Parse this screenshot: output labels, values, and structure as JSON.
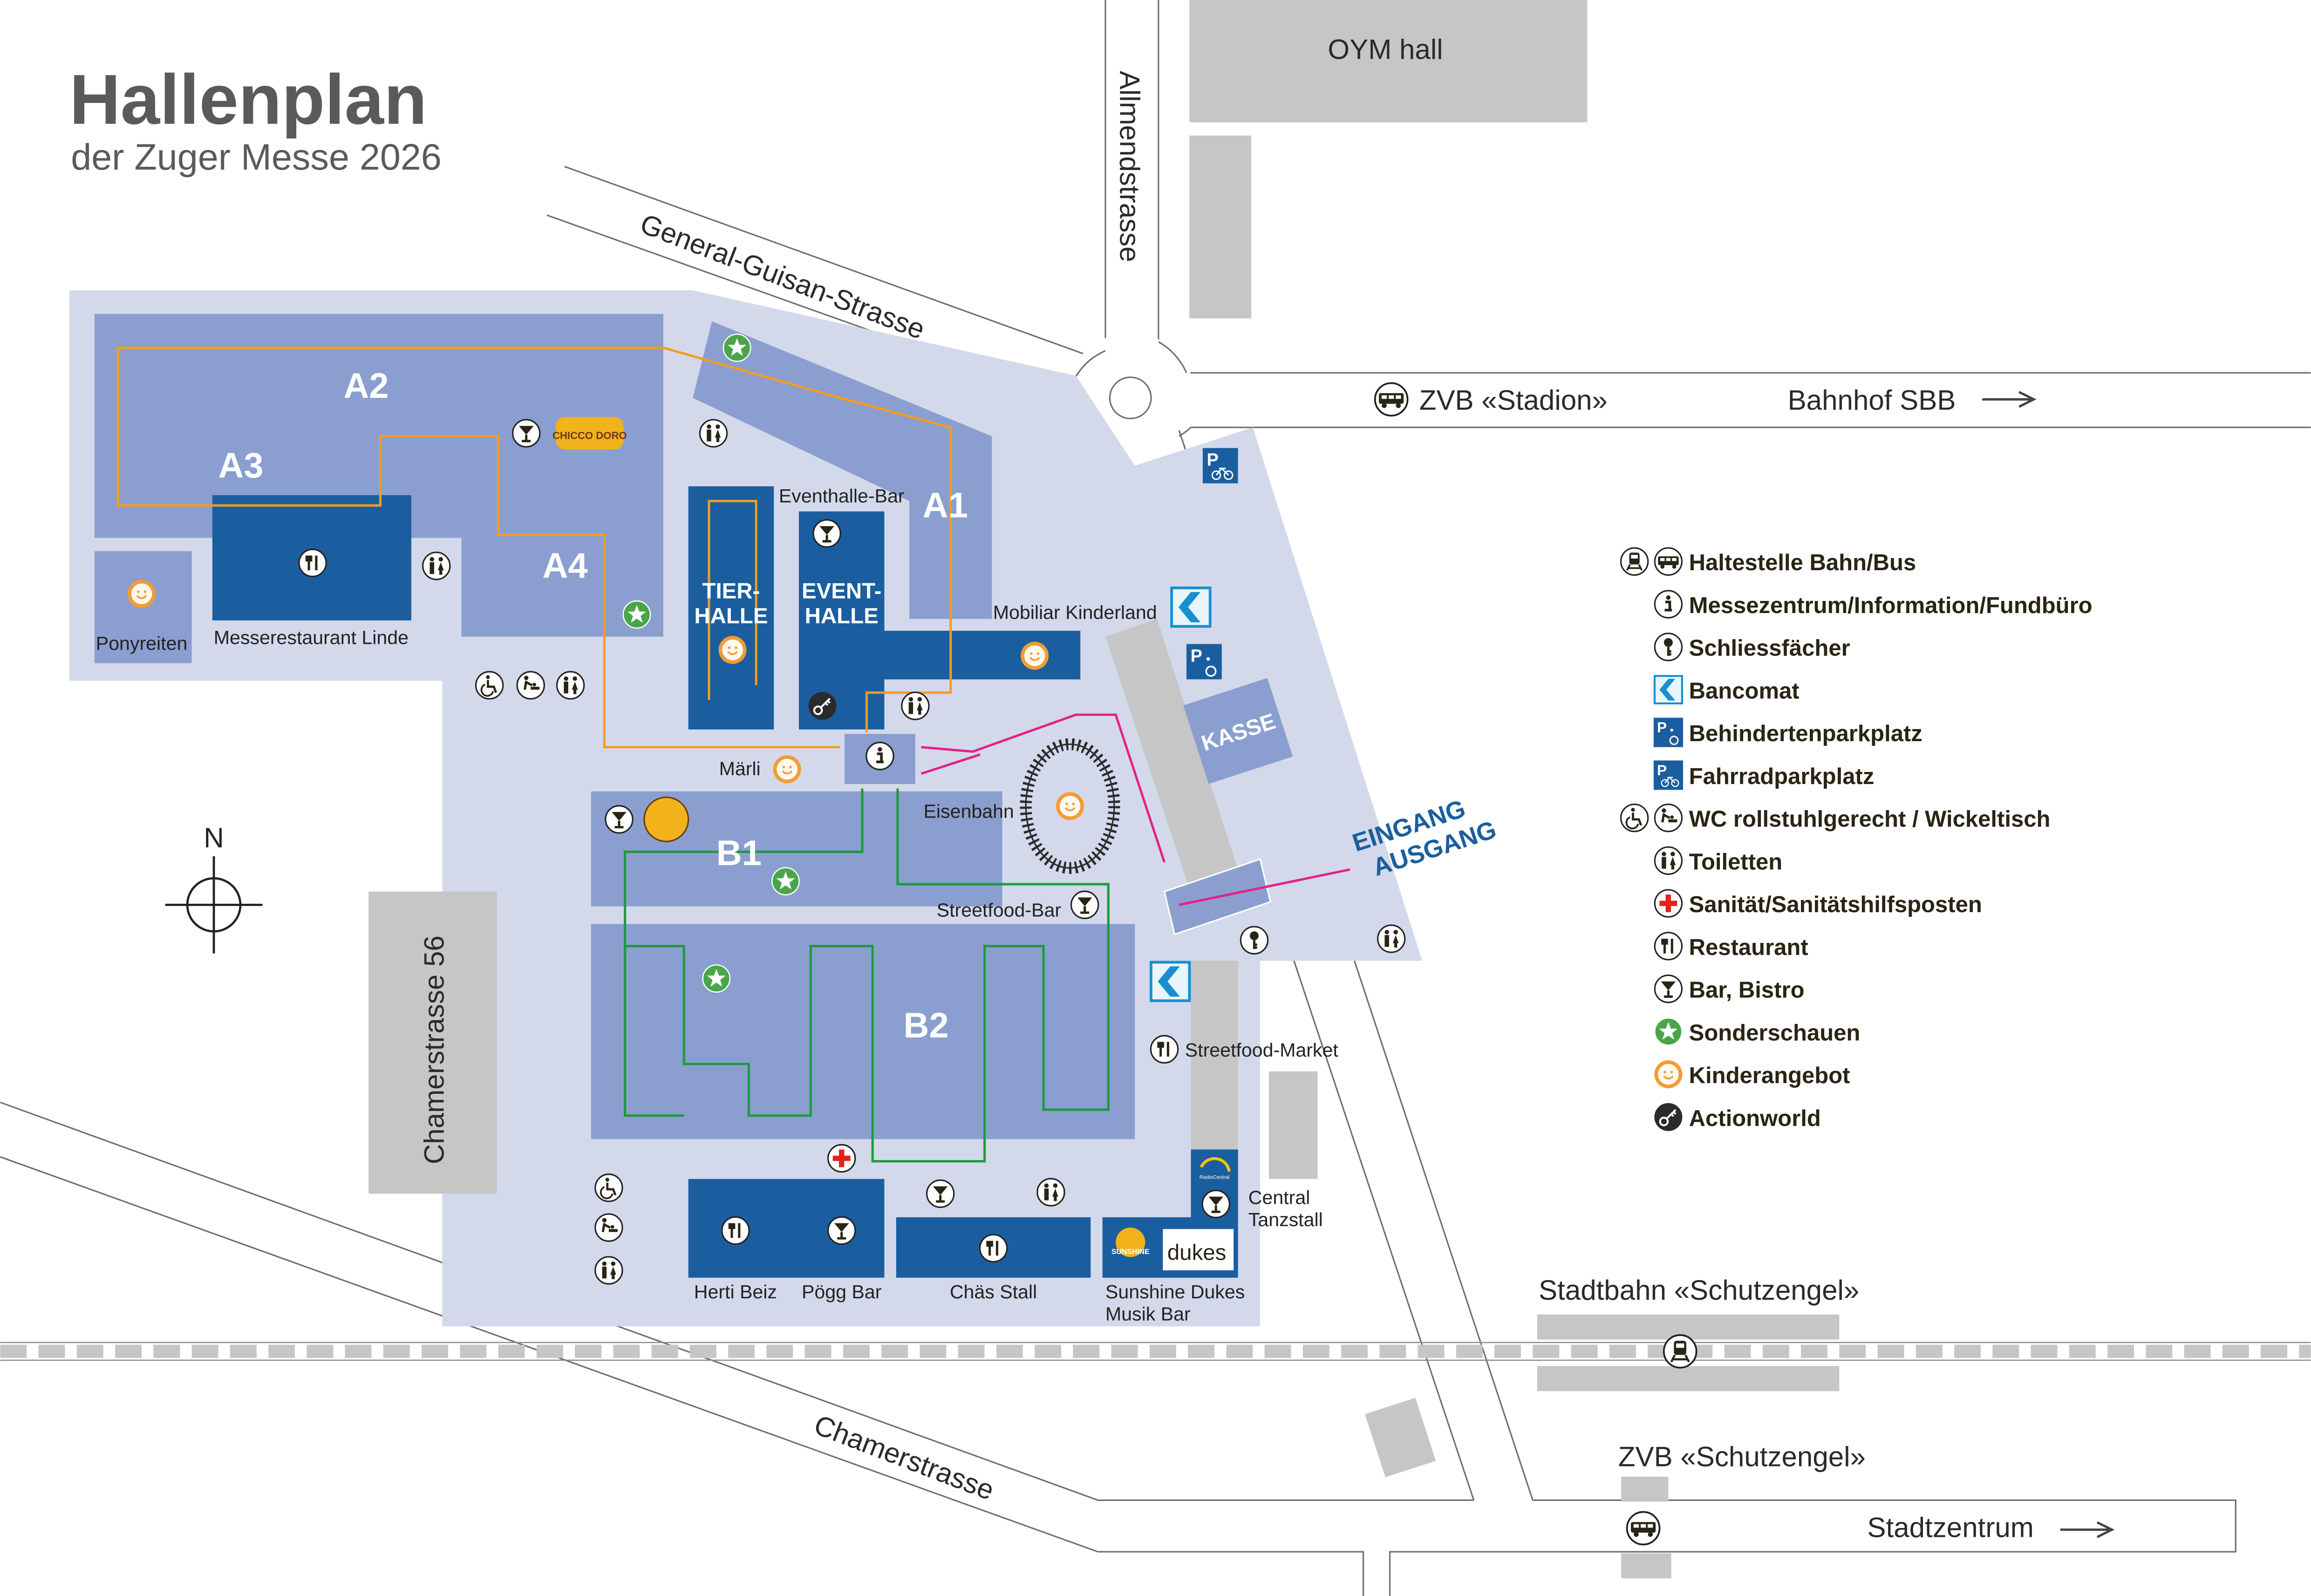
{
  "header": {
    "title": "Hallenplan",
    "subtitle": "der Zuger Messe 2026"
  },
  "streets": {
    "general_guisan": "General-Guisan-Strasse",
    "allmend": "Allmendstrasse",
    "chamerstrasse": "Chamerstrasse",
    "chamerstrasse56": "Chamerstrasse 56"
  },
  "places": {
    "oym": "OYM hall",
    "zvb_stadion": "ZVB «Stadion»",
    "bahnhof": "Bahnhof SBB",
    "stadtbahn": "Stadtbahn «Schutzengel»",
    "zvb_schutzengel": "ZVB «Schutzengel»",
    "stadtzentrum": "Stadtzentrum"
  },
  "compass": "N",
  "halls": {
    "a1": "A1",
    "a2": "A2",
    "a3": "A3",
    "a4": "A4",
    "b1": "B1",
    "b2": "B2",
    "tier1": "TIER-",
    "tier2": "HALLE",
    "event1": "EVENT-",
    "event2": "HALLE",
    "kasse": "KASSE",
    "eingang": "EINGANG",
    "ausgang": "AUSGANG"
  },
  "labels": {
    "ponyreiten": "Ponyreiten",
    "linde": "Messerestaurant Linde",
    "eventbar": "Eventhalle-Bar",
    "mobiliar": "Mobiliar Kinderland",
    "maerli": "Märli",
    "eisenbahn": "Eisenbahn",
    "streetfood_bar": "Streetfood-Bar",
    "streetfood_market": "Streetfood-Market",
    "herti": "Herti Beiz",
    "poegg": "Pögg Bar",
    "chaes": "Chäs Stall",
    "sunshine1": "Sunshine Dukes",
    "sunshine2": "Musik Bar",
    "central1": "Central",
    "central2": "Tanzstall"
  },
  "logos": {
    "chicco": "CHICCO DORO",
    "sunshine": "SUNSHINE",
    "dukes": "dukes",
    "radio_central": "RadioCentral"
  },
  "legend": [
    {
      "icon": "train-bus-icon",
      "label": "Haltestelle Bahn/Bus"
    },
    {
      "icon": "info-icon",
      "label": "Messezentrum/Information/Fundbüro"
    },
    {
      "icon": "locker-key-icon",
      "label": "Schliessfächer"
    },
    {
      "icon": "bancomat-icon",
      "label": "Bancomat"
    },
    {
      "icon": "disabled-parking-icon",
      "label": "Behindertenparkplatz"
    },
    {
      "icon": "bike-parking-icon",
      "label": "Fahrradparkplatz"
    },
    {
      "icon": "wheelchair-baby-icon",
      "label": "WC rollstuhlgerecht / Wickeltisch"
    },
    {
      "icon": "toilet-icon",
      "label": "Toiletten"
    },
    {
      "icon": "first-aid-icon",
      "label": "Sanität/Sanitätshilfsposten"
    },
    {
      "icon": "restaurant-icon",
      "label": "Restaurant"
    },
    {
      "icon": "bar-icon",
      "label": "Bar, Bistro"
    },
    {
      "icon": "star-icon",
      "label": "Sonderschauen"
    },
    {
      "icon": "kids-icon",
      "label": "Kinderangebot"
    },
    {
      "icon": "action-icon",
      "label": "Actionworld"
    }
  ],
  "colors": {
    "area": "#d3d9eb",
    "hall": "#8a9fcf",
    "dark": "#1a5ea0",
    "grey": "#c6c6c6",
    "route_orange": "#f39c1f",
    "route_green": "#1e9a3c",
    "route_magenta": "#e4208a"
  }
}
